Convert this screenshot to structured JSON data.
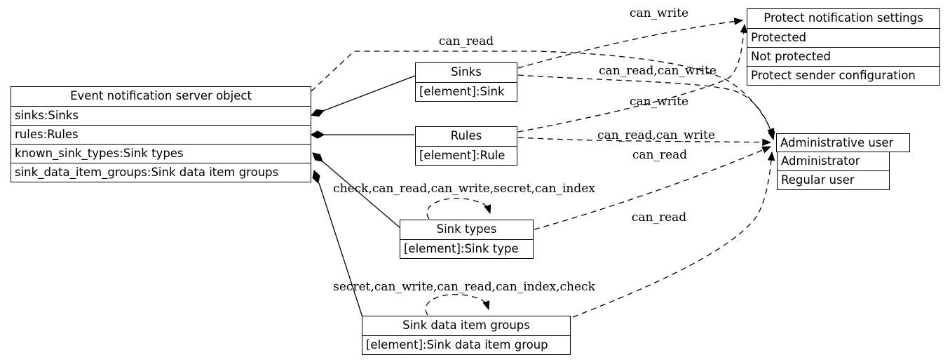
{
  "diagram": {
    "nodes": {
      "server": {
        "title": "Event notification server object",
        "rows": [
          "sinks:Sinks",
          "rules:Rules",
          "known_sink_types:Sink types",
          "sink_data_item_groups:Sink data item groups"
        ]
      },
      "sinks": {
        "title": "Sinks",
        "rows": [
          "[element]:Sink"
        ]
      },
      "rules": {
        "title": "Rules",
        "rows": [
          "[element]:Rule"
        ]
      },
      "sink_types": {
        "title": "Sink types",
        "rows": [
          "[element]:Sink type"
        ]
      },
      "sink_data_item_groups": {
        "title": "Sink data item groups",
        "rows": [
          "[element]:Sink data item group"
        ]
      },
      "protect_notification_settings": {
        "title": "Protect notification settings",
        "rows": [
          "Protected",
          "Not protected",
          "Protect sender configuration"
        ]
      },
      "administrative_user": {
        "title": "Administrative user",
        "rows": [
          "Administrator",
          "Regular user"
        ]
      }
    },
    "edge_labels": {
      "server_to_admin": "can_read",
      "sinks_to_protect": "can_write",
      "sinks_to_admin": "can_read,can_write",
      "rules_to_protect": "can_write",
      "rules_to_admin": "can_read,can_write",
      "sink_types_to_admin": "can_read",
      "sink_data_item_groups_to_admin": "can_read",
      "sink_types_self": "check,can_read,can_write,secret,can_index",
      "sink_data_item_groups_self": "secret,can_write,can_read,can_index,check"
    },
    "colors": {
      "line": "#000000",
      "background": "#ffffff",
      "text": "#000000"
    }
  }
}
